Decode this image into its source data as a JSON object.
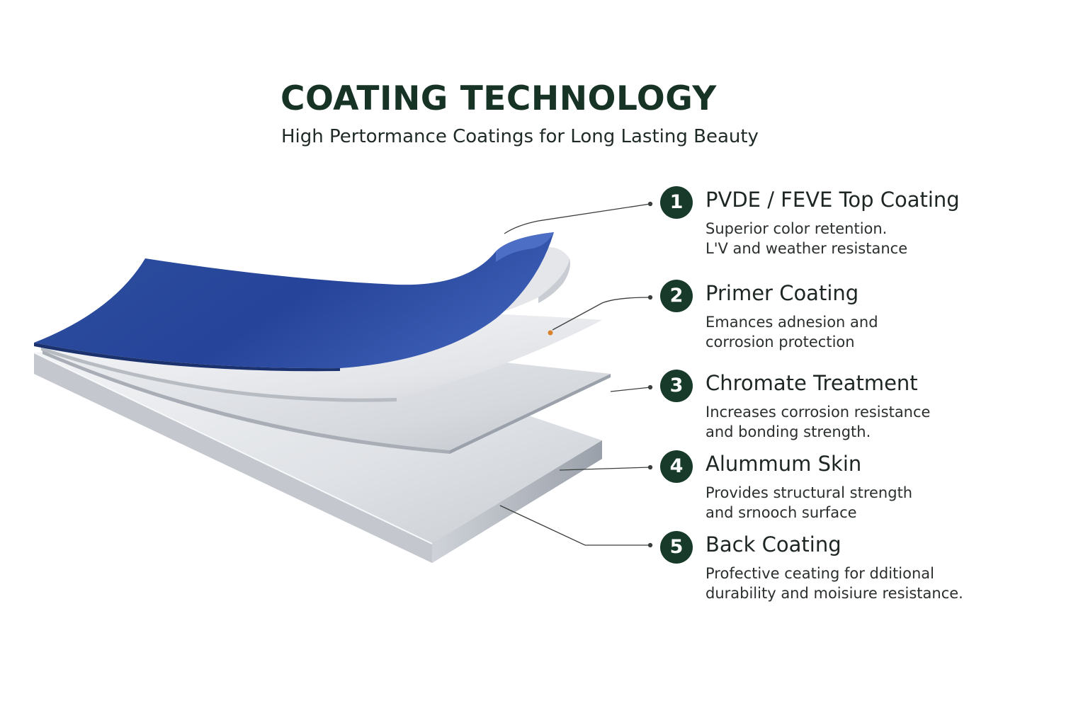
{
  "header": {
    "title": "COATING TECHNOLOGY",
    "subtitle": "High Pertormance Coatings for Long Lasting Beauty"
  },
  "layers": [
    {
      "number": "1",
      "name": "PVDE / FEVE Top Coating",
      "desc_line1": "Superior color retention.",
      "desc_line2": "L'V and weather resistance"
    },
    {
      "number": "2",
      "name": "Primer Coating",
      "desc_line1": "Emances adnesion and",
      "desc_line2": "corrosion protection"
    },
    {
      "number": "3",
      "name": "Chromate Treatment",
      "desc_line1": "Increases corrosion resistance",
      "desc_line2": "and bonding strength."
    },
    {
      "number": "4",
      "name": "Alummum Skin",
      "desc_line1": "Provides structural strength",
      "desc_line2": "and srnooch surface"
    },
    {
      "number": "5",
      "name": "Back Coating",
      "desc_line1": "Profective ceating for dditional",
      "desc_line2": "durability and moisiure resistance."
    }
  ],
  "colors": {
    "top_coating": "#2a4a9a",
    "badge": "#183a2a",
    "title": "#163326",
    "metal_light": "#e8eaee",
    "metal_dark": "#b9bec6"
  }
}
